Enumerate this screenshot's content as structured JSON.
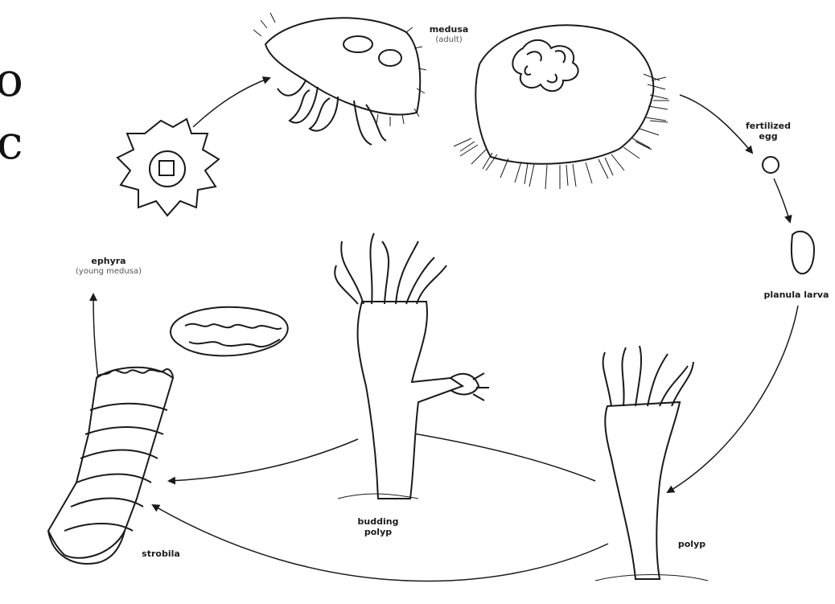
{
  "edge_letters": [
    "o",
    "c"
  ],
  "labels": {
    "medusa": "medusa",
    "medusa_sub": "(adult)",
    "fertilized_egg_1": "fertilized",
    "fertilized_egg_2": "egg",
    "planula": "planula larva",
    "ephyra": "ephyra",
    "ephyra_sub": "(young medusa)",
    "budding_polyp_1": "budding",
    "budding_polyp_2": "polyp",
    "polyp": "polyp",
    "strobila": "strobila"
  },
  "stroke_color": "#1a1a1a"
}
